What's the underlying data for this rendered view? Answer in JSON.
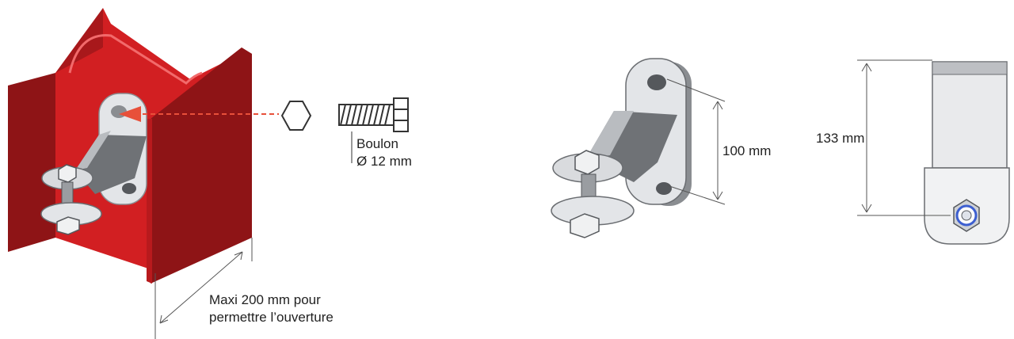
{
  "bolt_label": {
    "line1": "Boulon",
    "line2": "Ø 12 mm"
  },
  "max_width_label": {
    "line1": "Maxi 200 mm pour",
    "line2": "permettre l’ouverture"
  },
  "plate_height_label": "100 mm",
  "total_height_label": "133 mm",
  "colors": {
    "beam_red": "#d21f22",
    "beam_dark": "#8e1416",
    "arrow_red": "#e8503a",
    "metal_light": "#e3e5e8",
    "metal_mid": "#b9bcc0",
    "metal_dark": "#55585c",
    "nut_blue": "#3d5fd0"
  }
}
